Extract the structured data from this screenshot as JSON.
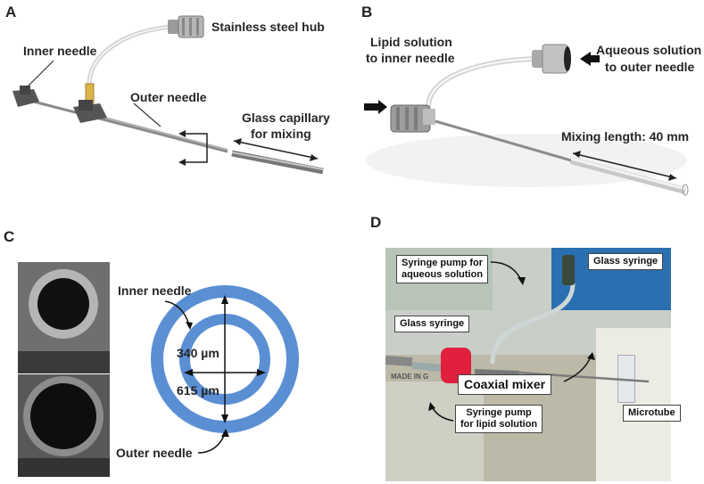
{
  "panels": {
    "a": {
      "letter": "A",
      "labels": {
        "hub": "Stainless steel hub",
        "inner": "Inner needle",
        "outer": "Outer needle",
        "capillary_1": "Glass capillary",
        "capillary_2": "for mixing"
      }
    },
    "b": {
      "letter": "B",
      "labels": {
        "lipid_1": "Lipid solution",
        "lipid_2": "to inner needle",
        "aqueous_1": "Aqueous solution",
        "aqueous_2": "to outer needle",
        "mixing": "Mixing length: 40 mm"
      }
    },
    "c": {
      "letter": "C",
      "labels": {
        "inner": "Inner needle",
        "d_inner": "340 µm",
        "d_outer": "615 µm",
        "outer": "Outer needle"
      },
      "colors": {
        "ring": "#5b8fd4"
      }
    },
    "d": {
      "letter": "D",
      "labels": {
        "pump_aq_1": "Syringe pump for",
        "pump_aq_2": "aqueous solution",
        "glass_syringe_top": "Glass syringe",
        "glass_syringe_left": "Glass syringe",
        "coaxial": "Coaxial mixer",
        "pump_lipid_1": "Syringe pump",
        "pump_lipid_2": "for lipid solution",
        "microtube": "Microtube",
        "barrel_text": "MADE IN G"
      }
    }
  }
}
